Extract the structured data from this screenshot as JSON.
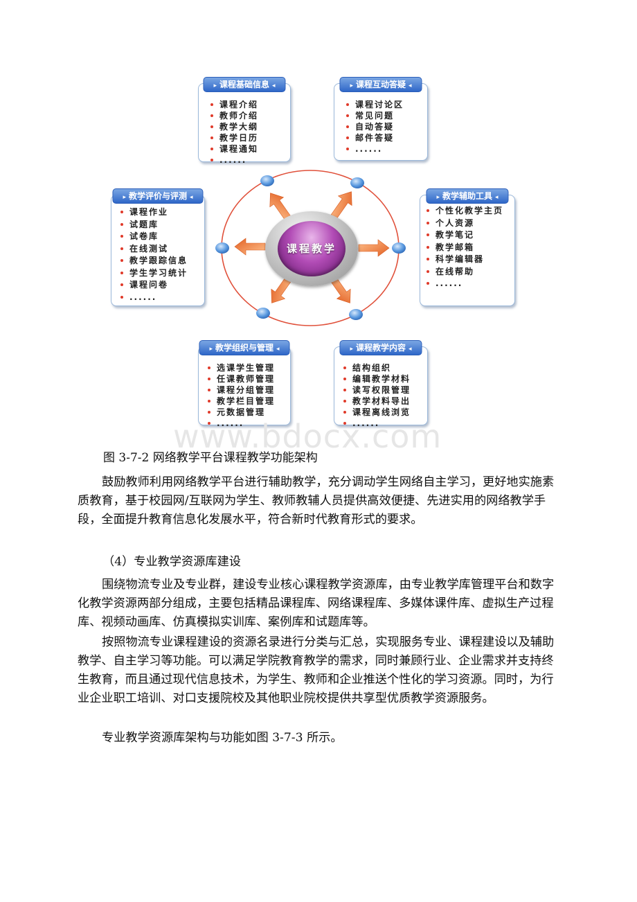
{
  "diagram": {
    "center_label": "课程教学",
    "boxes": [
      {
        "title": "课程基础信息",
        "items": [
          "课程介绍",
          "教师介绍",
          "教学大纲",
          "教学日历",
          "课程通知",
          "......"
        ]
      },
      {
        "title": "课程互动答疑",
        "items": [
          "课程讨论区",
          "常见问题",
          "自动答疑",
          "邮件答疑",
          "......"
        ]
      },
      {
        "title": "教学评价与评测",
        "items": [
          "课程作业",
          "试题库",
          "试卷库",
          "在线测试",
          "教学跟踪信息",
          "学生学习统计",
          "课程问卷",
          "......"
        ]
      },
      {
        "title": "教学辅助工具",
        "items": [
          "个性化教学主页",
          "个人资源",
          "教学笔记",
          "教学邮箱",
          "科学编辑器",
          "在线帮助",
          "......"
        ]
      },
      {
        "title": "教学组织与管理",
        "items": [
          "选课学生管理",
          "任课教师管理",
          "课程分组管理",
          "教学栏目管理",
          "元数据管理",
          "......"
        ]
      },
      {
        "title": "课程教学内容",
        "items": [
          "结构组织",
          "编辑教学材料",
          "读写权限管理",
          "教学材料导出",
          "课程离线浏览",
          "......"
        ]
      }
    ],
    "colors": {
      "header_blue": "#2f67c8",
      "ring_red": "#e0503a",
      "arrow_orange": "#ef7d3a",
      "node_blue": "#4d8fd8",
      "hub_purple": "#b24cb6"
    }
  },
  "watermark": "www.bdocx.com",
  "caption": "图 3-7-2 网络教学平台课程教学功能架构",
  "paragraph_1": "鼓励教师利用网络教学平台进行辅助教学，充分调动学生网络自主学习，更好地实施素质教育，基于校园网/互联网为学生、教师教辅人员提供高效便捷、先进实用的网络教学手段，全面提升教育信息化发展水平，符合新时代教育形式的要求。",
  "subheading": "（4）专业教学资源库建设",
  "paragraph_2": "围绕物流专业及专业群，建设专业核心课程教学资源库，由专业教学库管理平台和数字化教学资源两部分组成，主要包括精品课程库、网络课程库、多媒体课件库、虚拟生产过程库、视频动画库、仿真模拟实训库、案例库和试题库等。",
  "paragraph_3": "按照物流专业课程建设的资源名录进行分类与汇总，实现服务专业、课程建设以及辅助教学、自主学习等功能。可以满足学院教育教学的需求，同时兼顾行业、企业需求并支持终生教育，而且通过现代信息技术，为学生、教师和企业推送个性化的学习资源。同时，为行业企业职工培训、对口支援院校及其他职业院校提供共享型优质教学资源服务。",
  "paragraph_4": "专业教学资源库架构与功能如图 3-7-3 所示。"
}
